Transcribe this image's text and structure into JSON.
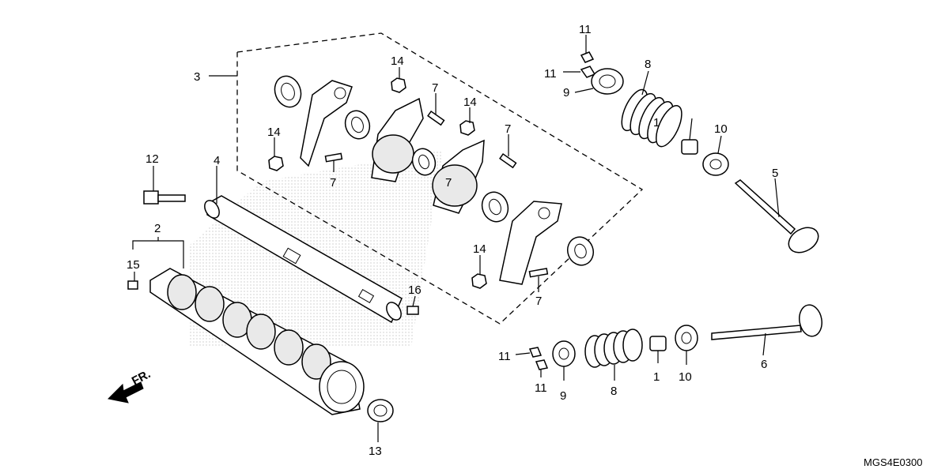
{
  "diagram": {
    "callouts": [
      {
        "id": "c1a",
        "label": "1"
      },
      {
        "id": "c1b",
        "label": "1"
      },
      {
        "id": "c2",
        "label": "2"
      },
      {
        "id": "c3",
        "label": "3"
      },
      {
        "id": "c4",
        "label": "4"
      },
      {
        "id": "c5",
        "label": "5"
      },
      {
        "id": "c6",
        "label": "6"
      },
      {
        "id": "c7a",
        "label": "7"
      },
      {
        "id": "c7b",
        "label": "7"
      },
      {
        "id": "c7c",
        "label": "7"
      },
      {
        "id": "c7d",
        "label": "7"
      },
      {
        "id": "c7e",
        "label": "7"
      },
      {
        "id": "c8a",
        "label": "8"
      },
      {
        "id": "c8b",
        "label": "8"
      },
      {
        "id": "c9a",
        "label": "9"
      },
      {
        "id": "c9b",
        "label": "9"
      },
      {
        "id": "c10a",
        "label": "10"
      },
      {
        "id": "c10b",
        "label": "10"
      },
      {
        "id": "c11a",
        "label": "11"
      },
      {
        "id": "c11b",
        "label": "11"
      },
      {
        "id": "c11c",
        "label": "11"
      },
      {
        "id": "c11d",
        "label": "11"
      },
      {
        "id": "c12",
        "label": "12"
      },
      {
        "id": "c13",
        "label": "13"
      },
      {
        "id": "c14a",
        "label": "14"
      },
      {
        "id": "c14b",
        "label": "14"
      },
      {
        "id": "c14c",
        "label": "14"
      },
      {
        "id": "c14d",
        "label": "14"
      },
      {
        "id": "c15",
        "label": "15"
      },
      {
        "id": "c16",
        "label": "16"
      }
    ],
    "direction_label": "FR.",
    "diagram_code": "MGS4E0300"
  }
}
